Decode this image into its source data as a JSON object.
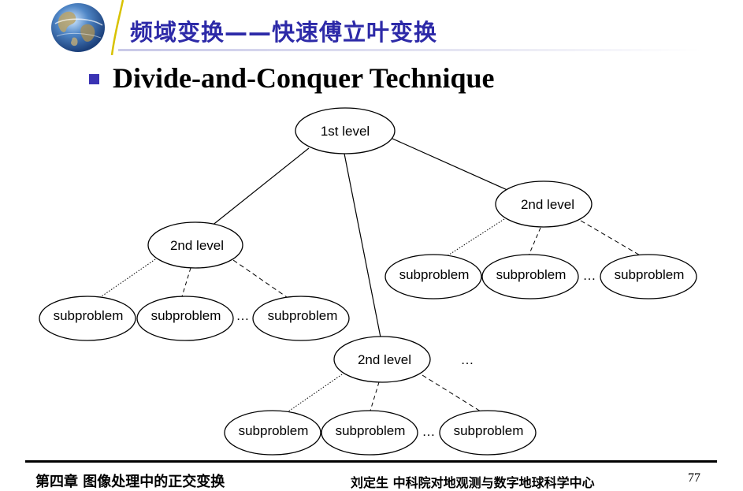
{
  "header": {
    "title": "频域变换——快速傅立叶变换"
  },
  "bullet": {
    "text": "Divide-and-Conquer Technique"
  },
  "diagram": {
    "root_label": "1st level",
    "level2_label": "2nd level",
    "leaf_label": "subproblem",
    "ellipsis": "…"
  },
  "footer": {
    "chapter": "第四章 图像处理中的正交变换",
    "author": "刘定生 中科院对地观测与数字地球科学中心",
    "page": "77"
  },
  "colors": {
    "title": "#2d2aa8",
    "bullet": "#3a33b3"
  }
}
